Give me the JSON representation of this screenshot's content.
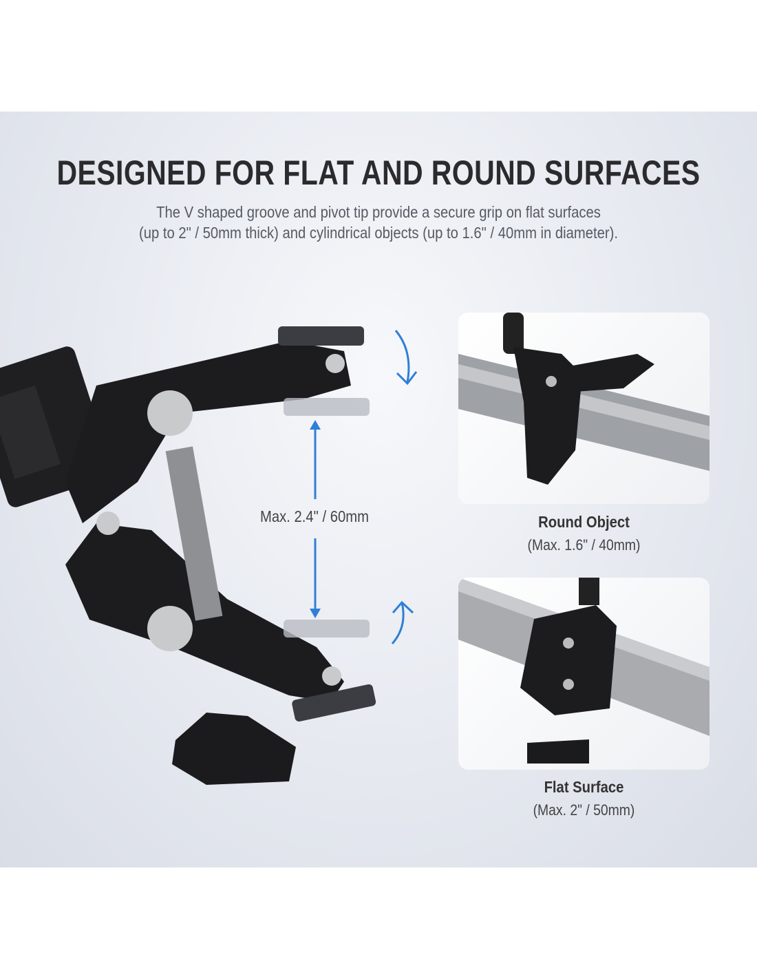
{
  "header": {
    "title": "DESIGNED FOR FLAT AND ROUND SURFACES",
    "subtitle_line1": "The V shaped groove and pivot tip provide a secure grip on flat surfaces",
    "subtitle_line2": "(up to 2\" / 50mm thick) and cylindrical objects (up to 1.6\" / 40mm in diameter)."
  },
  "diagram": {
    "max_opening": "Max. 2.4\" / 60mm",
    "accent_color": "#2f7fd6"
  },
  "examples": [
    {
      "title": "Round Object",
      "spec": "(Max. 1.6\" / 40mm)"
    },
    {
      "title": "Flat Surface",
      "spec": "(Max. 2\" / 50mm)"
    }
  ]
}
